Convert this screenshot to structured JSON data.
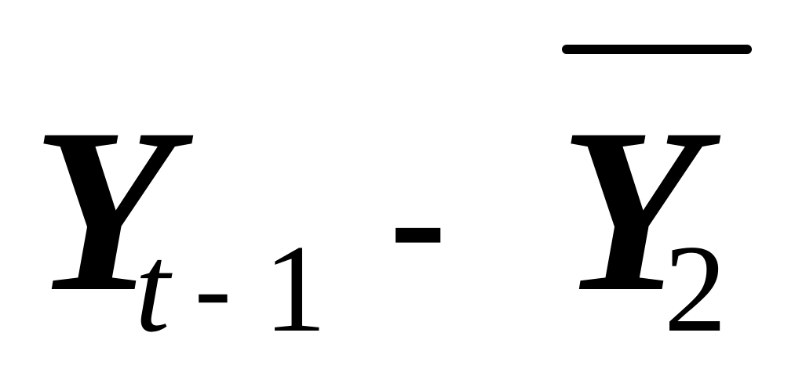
{
  "formula": {
    "term1": {
      "variable": "Y",
      "subscript": {
        "index": "t",
        "operator": "-",
        "offset": "1"
      }
    },
    "operator": "-",
    "term2": {
      "variable": "Y",
      "subscript": "2",
      "decoration": "overbar"
    }
  },
  "colors": {
    "background": "#ffffff",
    "text": "#000000"
  }
}
